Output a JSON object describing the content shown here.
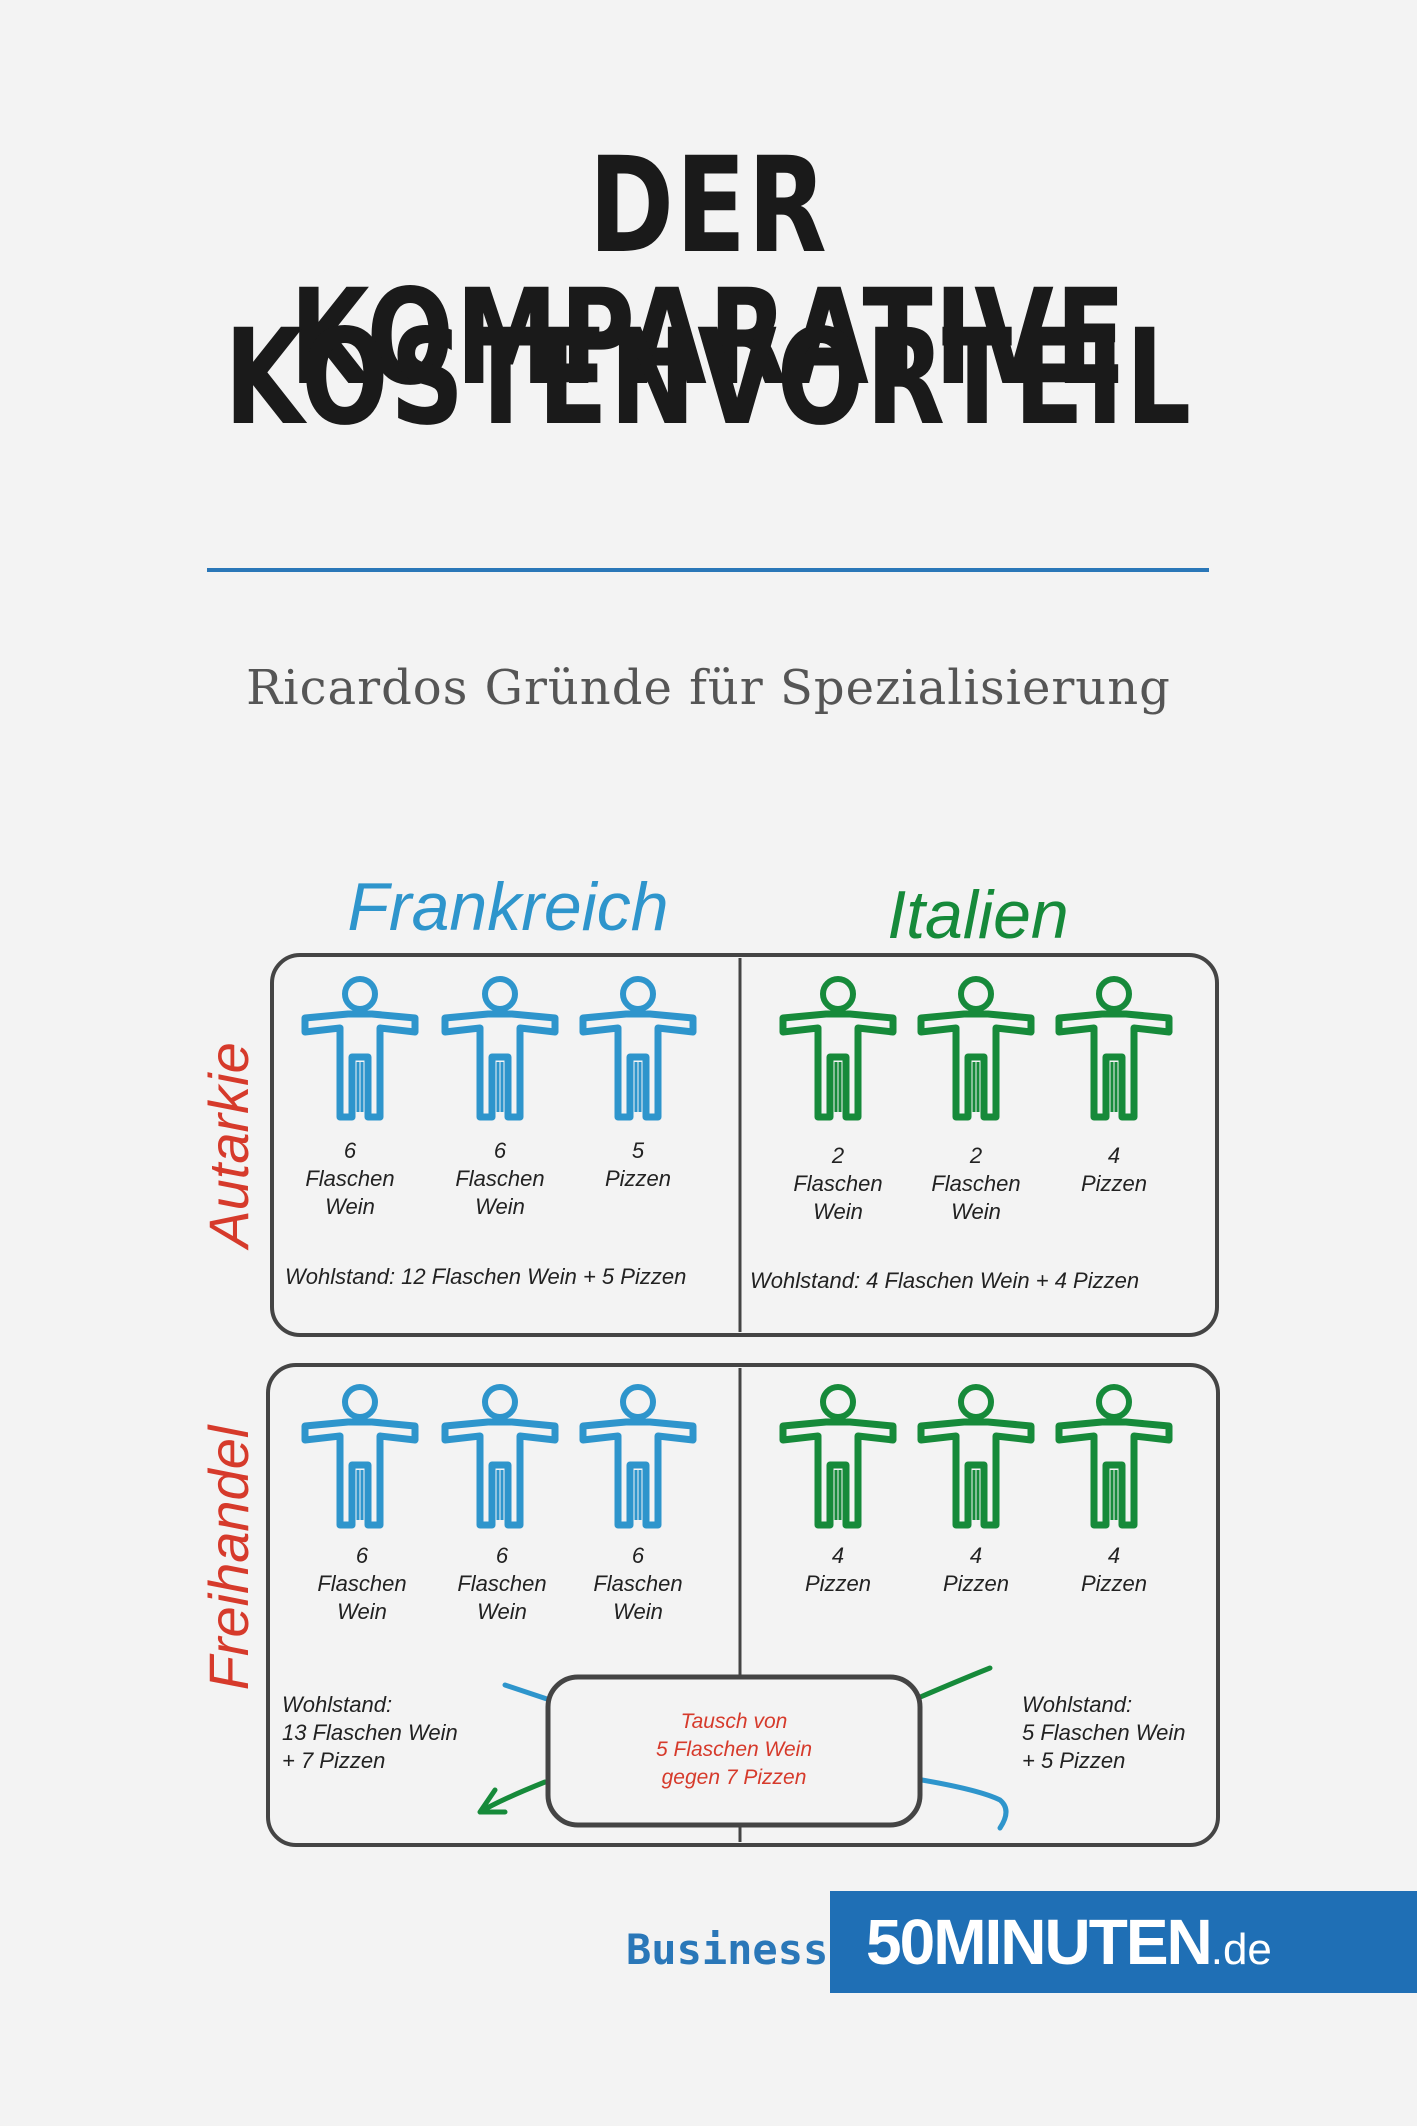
{
  "cover": {
    "title_line1": "DER KOMPARATIVE",
    "title_line2": "KOSTENVORTEIL",
    "subtitle": "Ricardos Gründe für Spezialisierung"
  },
  "diagram": {
    "countries": {
      "france": "Frankreich",
      "italy": "Italien"
    },
    "rows": {
      "autarky": "Autarkie",
      "free_trade": "Freihandel"
    },
    "autarky": {
      "france": [
        {
          "num": "6",
          "line1": "Flaschen",
          "line2": "Wein"
        },
        {
          "num": "6",
          "line1": "Flaschen",
          "line2": "Wein"
        },
        {
          "num": "5",
          "line1": "Pizzen",
          "line2": ""
        }
      ],
      "italy": [
        {
          "num": "2",
          "line1": "Flaschen",
          "line2": "Wein"
        },
        {
          "num": "2",
          "line1": "Flaschen",
          "line2": "Wein"
        },
        {
          "num": "4",
          "line1": "Pizzen",
          "line2": ""
        }
      ],
      "france_wealth": "Wohlstand: 12 Flaschen Wein + 5 Pizzen",
      "italy_wealth": "Wohlstand: 4 Flaschen Wein + 4 Pizzen"
    },
    "free_trade": {
      "france": [
        {
          "num": "6",
          "line1": "Flaschen",
          "line2": "Wein"
        },
        {
          "num": "6",
          "line1": "Flaschen",
          "line2": "Wein"
        },
        {
          "num": "6",
          "line1": "Flaschen",
          "line2": "Wein"
        }
      ],
      "italy": [
        {
          "num": "4",
          "line1": "Pizzen",
          "line2": ""
        },
        {
          "num": "4",
          "line1": "Pizzen",
          "line2": ""
        },
        {
          "num": "4",
          "line1": "Pizzen",
          "line2": ""
        }
      ],
      "france_wealth": [
        "Wohlstand:",
        "13 Flaschen Wein",
        "+ 7 Pizzen"
      ],
      "italy_wealth": [
        "Wohlstand:",
        "5 Flaschen Wein",
        "+ 5 Pizzen"
      ],
      "trade": [
        "Tausch von",
        "5 Flaschen Wein",
        "gegen 7 Pizzen"
      ]
    },
    "colors": {
      "france": "#2e95cc",
      "italy": "#168a3a",
      "row_label": "#d63a2b",
      "box": "#444444",
      "trade_text": "#d63a2b"
    }
  },
  "brand": {
    "label": "Business",
    "logo_main": "50MINUTEN",
    "logo_suffix": ".de",
    "logo_color": "#1f6fb5"
  }
}
